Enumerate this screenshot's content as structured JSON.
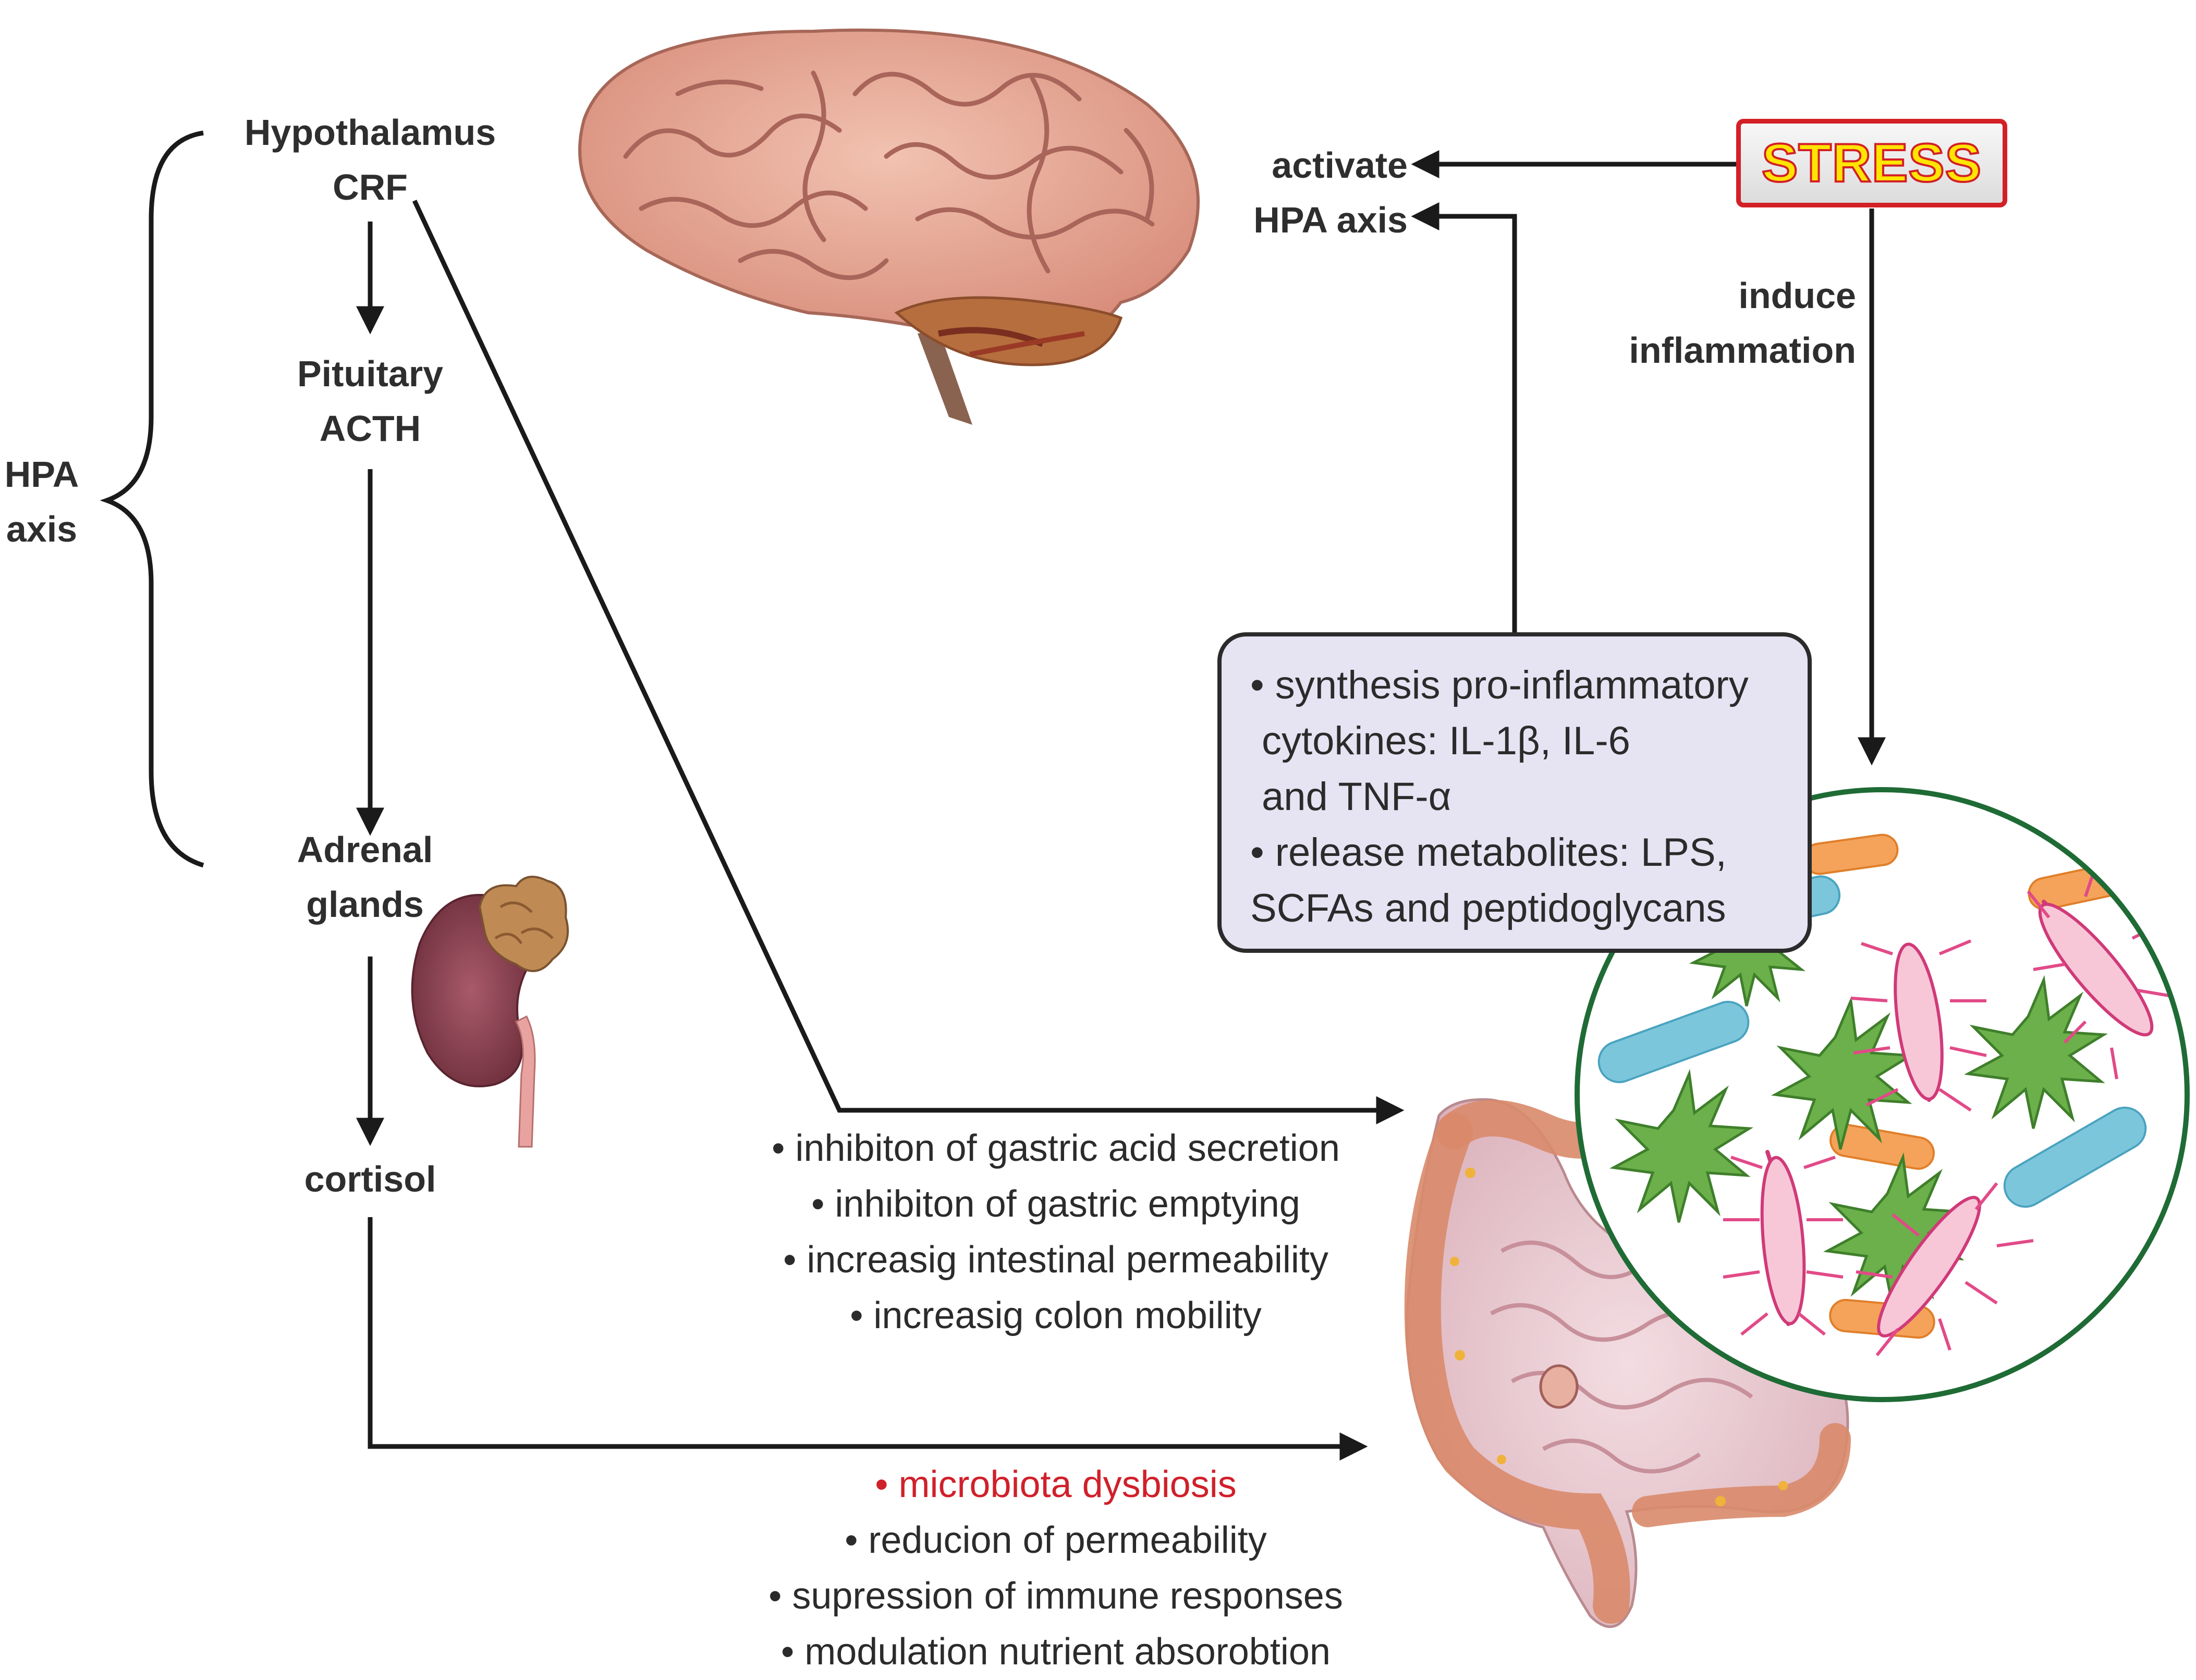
{
  "hpa": {
    "brace_label_1": "HPA",
    "brace_label_2": "axis",
    "hypothalamus": "Hypothalamus",
    "crf": "CRF",
    "pituitary": "Pituitary",
    "acth": "ACTH",
    "adrenal_1": "Adrenal",
    "adrenal_2": "glands",
    "cortisol": "cortisol"
  },
  "stress": {
    "label": "STRESS",
    "activate_1": "activate",
    "activate_2": "HPA axis",
    "induce_1": "induce",
    "induce_2": "inflammation"
  },
  "cytokine_box": {
    "lines": [
      "• synthesis pro-inflammatory",
      "cytokines: IL-1β, IL-6",
      "and TNF-α",
      "• release metabolites: LPS,",
      "SCFAs and peptidoglycans"
    ]
  },
  "crf_effects": [
    "• inhibiton of gastric acid secretion",
    "• inhibiton of gastric emptying",
    "• increasig intestinal permeability",
    "• increasig colon mobility"
  ],
  "cortisol_effects": {
    "highlight": "• microbiota dysbiosis",
    "items": [
      "• reducion of permeability",
      "• supression of immune responses",
      "• modulation nutrient absorobtion"
    ]
  },
  "colors": {
    "arrow": "#1a1a1a",
    "stress_border": "#d32027",
    "stress_text": "#ffe500",
    "box_fill": "#e6e3f3",
    "microbe_circle": "#1f6b35",
    "highlight_text": "#d0202a"
  }
}
